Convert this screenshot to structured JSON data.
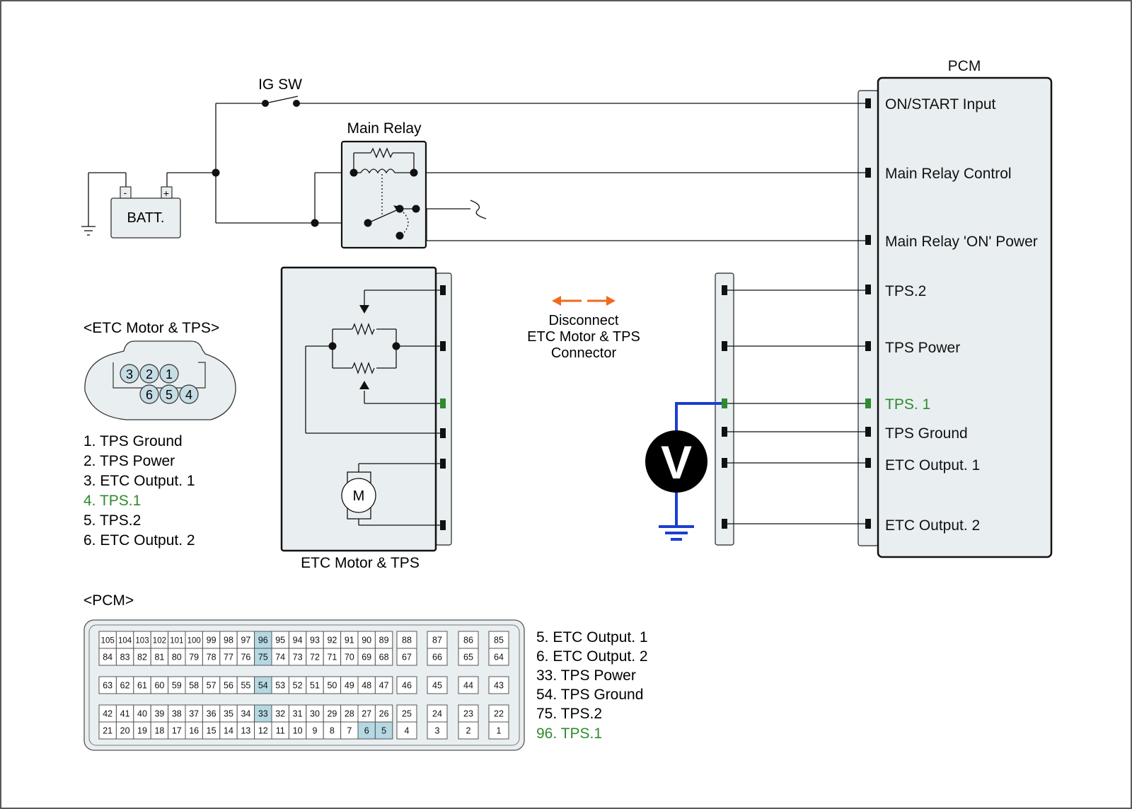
{
  "labels": {
    "ig_sw": "IG SW",
    "main_relay": "Main Relay",
    "battery": "BATT.",
    "battery_minus": "-",
    "battery_plus": "+",
    "pcm_title": "PCM",
    "etc_assembly": "ETC Motor & TPS",
    "motor": "M",
    "disconnect_note": [
      "Disconnect",
      "ETC Motor & TPS",
      "Connector"
    ],
    "voltmeter": "V"
  },
  "pcm_pins": [
    "ON/START Input",
    "Main Relay Control",
    "Main Relay 'ON' Power",
    "TPS.2",
    "TPS Power",
    "TPS. 1",
    "TPS Ground",
    "ETC Output. 1",
    "ETC Output. 2"
  ],
  "etc_connector": {
    "title": "<ETC Motor & TPS>",
    "top_pins": [
      "3",
      "2",
      "1"
    ],
    "bottom_pins": [
      "6",
      "5",
      "4"
    ],
    "legend": [
      "1. TPS Ground",
      "2. TPS Power",
      "3. ETC Output. 1",
      "4. TPS.1",
      "5. TPS.2",
      "6. ETC Output. 2"
    ],
    "highlight_index": 3
  },
  "pcm_connector": {
    "title": "<PCM>",
    "rows": [
      [
        "105",
        "104",
        "103",
        "102",
        "101",
        "100",
        "99",
        "98",
        "97",
        "96",
        "95",
        "94",
        "93",
        "92",
        "91",
        "90",
        "89"
      ],
      [
        "84",
        "83",
        "82",
        "81",
        "80",
        "79",
        "78",
        "77",
        "76",
        "75",
        "74",
        "73",
        "72",
        "71",
        "70",
        "69",
        "68"
      ],
      [
        "63",
        "62",
        "61",
        "60",
        "59",
        "58",
        "57",
        "56",
        "55",
        "54",
        "53",
        "52",
        "51",
        "50",
        "49",
        "48",
        "47"
      ],
      [
        "42",
        "41",
        "40",
        "39",
        "38",
        "37",
        "36",
        "35",
        "34",
        "33",
        "32",
        "31",
        "30",
        "29",
        "28",
        "27",
        "26"
      ],
      [
        "21",
        "20",
        "19",
        "18",
        "17",
        "16",
        "15",
        "14",
        "13",
        "12",
        "11",
        "10",
        "9",
        "8",
        "7",
        "6",
        "5"
      ]
    ],
    "side_rows": [
      [
        "88",
        "87",
        "86",
        "85"
      ],
      [
        "67",
        "66",
        "65",
        "64"
      ],
      [
        "46",
        "45",
        "44",
        "43"
      ],
      [
        "25",
        "24",
        "23",
        "22"
      ],
      [
        "4",
        "3",
        "2",
        "1"
      ]
    ],
    "highlighted": [
      "96",
      "75",
      "54",
      "33",
      "6",
      "5"
    ],
    "legend": [
      "5. ETC Output. 1",
      "6. ETC Output. 2",
      "33. TPS Power",
      "54. TPS Ground",
      "75. TPS.2",
      "96. TPS.1"
    ],
    "highlight_index": 5
  },
  "colors": {
    "highlight_text": "#2e8b2e",
    "highlight_cell": "#b5d8e3",
    "component_fill": "#e9eff1",
    "pin_fill": "#c7dde5",
    "probe_wire": "#1a3fd0",
    "arrow": "#f06a1e"
  }
}
